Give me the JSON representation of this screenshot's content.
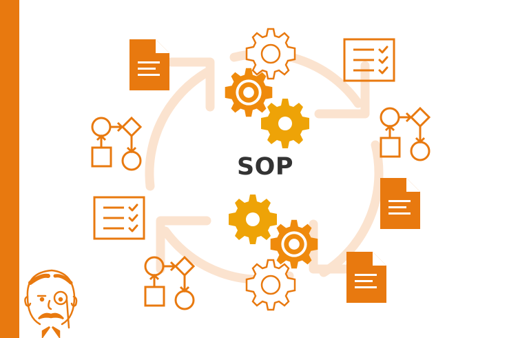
{
  "diagram": {
    "title": "SOP",
    "description": "Cyclical process diagram with four arrow arcs around central SOP label",
    "colors": {
      "sidebar": "#e8790f",
      "primary_orange": "#e8790f",
      "gear_dark": "#ef8a0c",
      "gear_gold": "#eea307",
      "arrow_light": "#fbe3cf",
      "text": "#333333",
      "background": "#ffffff"
    },
    "icons": [
      {
        "name": "document-icon",
        "position": "top-left"
      },
      {
        "name": "checklist-icon",
        "position": "top-right"
      },
      {
        "name": "flowchart-icon",
        "position": "left-top"
      },
      {
        "name": "flowchart-icon",
        "position": "right-top"
      },
      {
        "name": "document-icon",
        "position": "right"
      },
      {
        "name": "checklist-icon",
        "position": "left-bottom"
      },
      {
        "name": "flowchart-icon",
        "position": "bottom-left"
      },
      {
        "name": "document-icon",
        "position": "bottom-right"
      },
      {
        "name": "gear-cluster-icon",
        "position": "top-center"
      },
      {
        "name": "gear-cluster-icon",
        "position": "bottom-center"
      },
      {
        "name": "mascot-face-icon",
        "position": "bottom-left-corner"
      }
    ]
  }
}
